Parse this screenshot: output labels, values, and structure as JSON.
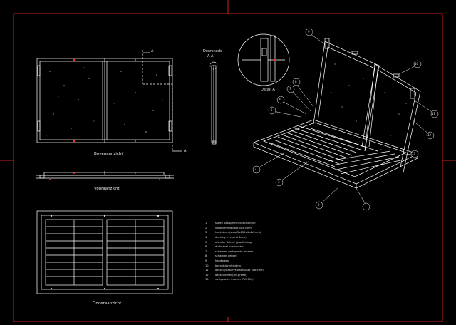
{
  "views": {
    "top_view": "Bovenaanzicht",
    "front_view": "Vooraanzicht",
    "bottom_view": "Onderaanzicht",
    "section_title": "Doorsnede",
    "section_id": "A-A",
    "detail": "Detail A",
    "section_mark": "A"
  },
  "callouts": [
    "1",
    "2",
    "3",
    "4",
    "5",
    "6",
    "7",
    "8",
    "9",
    "10",
    "11",
    "12",
    "13"
  ],
  "legend": [
    {
      "n": "1",
      "t": "stalen basisprofiel 50x50x5mm"
    },
    {
      "n": "2",
      "t": "verankeringsplaat 5x5,5mm"
    },
    {
      "n": "3",
      "t": "hoeksteun (staal 5x100x4x4x5mm)"
    },
    {
      "n": "4",
      "t": "dichting (rvs rond 6mm)"
    },
    {
      "n": "5",
      "t": "afsluiter deksel (gasdichting)"
    },
    {
      "n": "6",
      "t": "drukaansl (rvs-rooster)"
    },
    {
      "n": "7",
      "t": "scharnier vastgelaste moeren"
    },
    {
      "n": "8",
      "t": "scharnier deksel"
    },
    {
      "n": "9",
      "t": "handgreep"
    },
    {
      "n": "10",
      "t": "beenstukverbinding"
    },
    {
      "n": "11",
      "t": "deksel (staal rvs traanplaat 5x6,5mm)"
    },
    {
      "n": "12",
      "t": "dekselprofiel (trd-profiel)"
    },
    {
      "n": "13",
      "t": "vastgelaste moeren (RVS304)"
    }
  ],
  "colors": {
    "background": "#000000",
    "lines": "#ffffff",
    "border": "#ff2a2a"
  }
}
